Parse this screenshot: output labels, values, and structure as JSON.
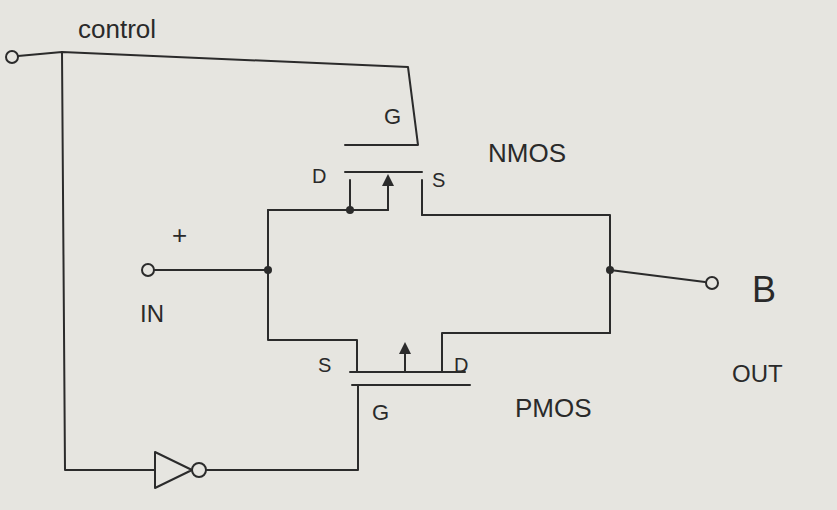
{
  "diagram": {
    "labels": [
      "control",
      "G",
      "D",
      "S",
      "NMOS",
      "+",
      "IN",
      "B",
      "OUT",
      "S",
      "D",
      "PMOS",
      "G"
    ]
  }
}
